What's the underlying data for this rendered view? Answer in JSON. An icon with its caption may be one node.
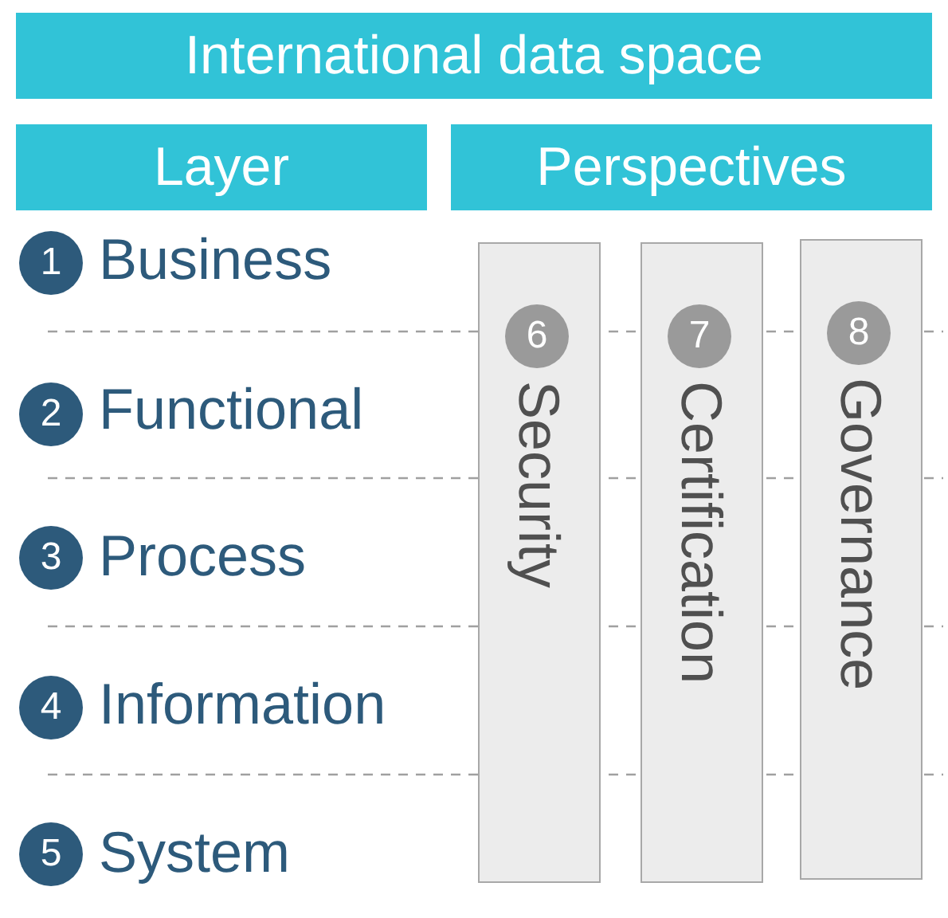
{
  "diagram": {
    "nodes": [
      {
        "text": [
          "International data space"
        ]
      },
      {
        "text": [
          "Layer"
        ]
      },
      {
        "text": [
          "Perspectives"
        ]
      },
      {
        "text": [
          "1"
        ],
        "beside": [
          "Business"
        ]
      },
      {
        "text": [
          "2"
        ],
        "beside": [
          "Functional"
        ]
      },
      {
        "text": [
          "3"
        ],
        "beside": [
          "Process"
        ]
      },
      {
        "text": [
          "4"
        ],
        "beside": [
          "Information"
        ]
      },
      {
        "text": [
          "5"
        ],
        "beside": [
          "System"
        ]
      },
      {
        "text": [
          "Security"
        ]
      },
      {
        "text": [
          "6"
        ],
        "in": 8
      },
      {
        "text": [
          "Certification"
        ]
      },
      {
        "text": [
          "7"
        ],
        "in": 10
      },
      {
        "text": [
          "Governance"
        ]
      },
      {
        "text": [
          "8"
        ],
        "in": 12
      }
    ]
  }
}
